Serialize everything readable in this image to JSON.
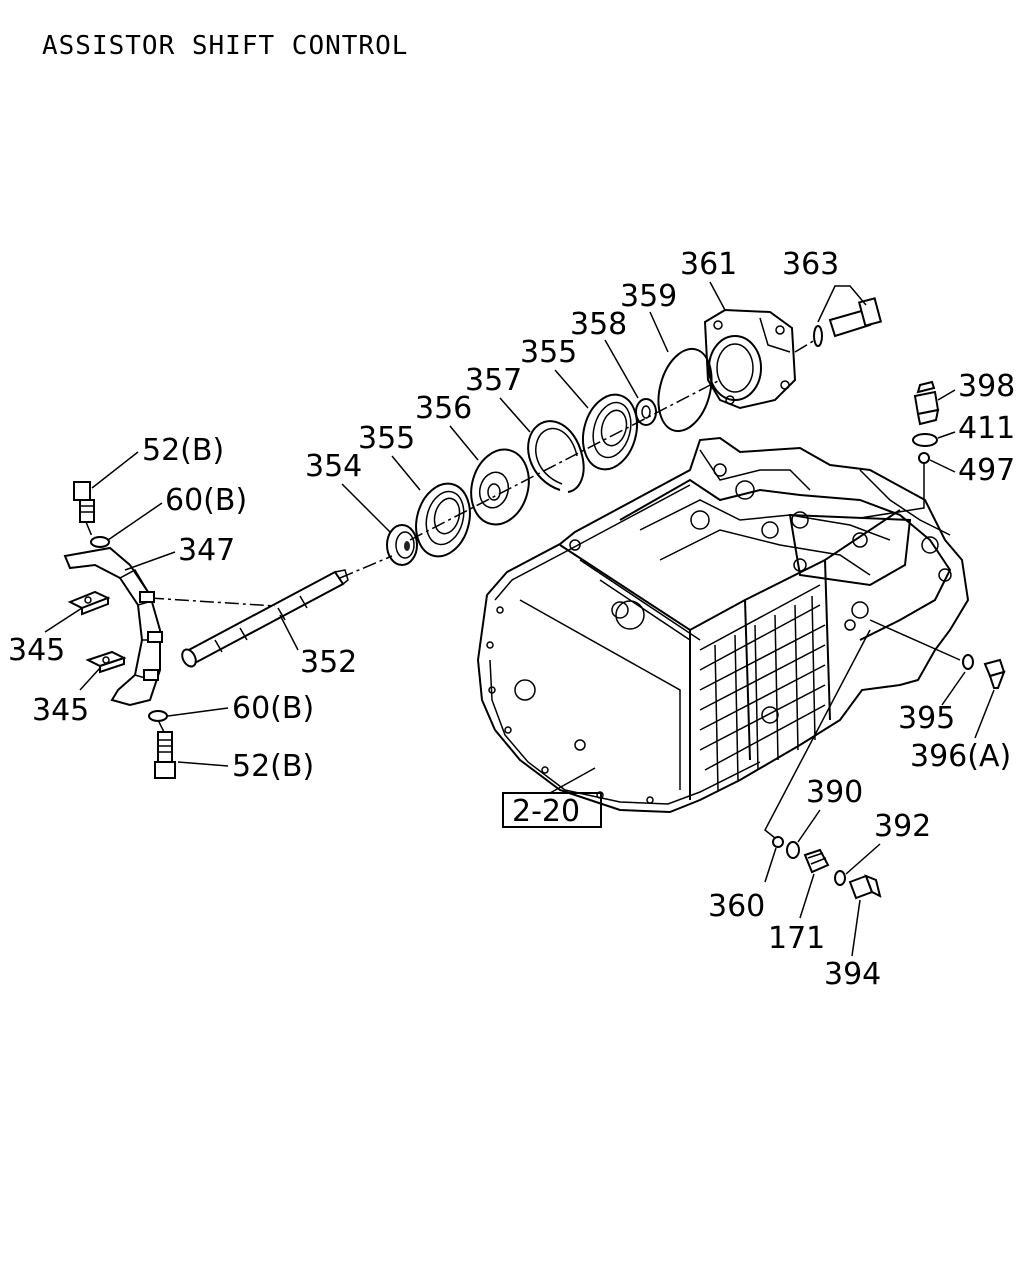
{
  "title": "ASSISTOR SHIFT CONTROL",
  "labels": {
    "l361": "361",
    "l363": "363",
    "l359": "359",
    "l358": "358",
    "l355a": "355",
    "l357": "357",
    "l356": "356",
    "l355b": "355",
    "l354": "354",
    "l398": "398",
    "l411": "411",
    "l497": "497",
    "l52b_top": "52(B)",
    "l60b_top": "60(B)",
    "l347": "347",
    "l345a": "345",
    "l352": "352",
    "l345b": "345",
    "l60b_bot": "60(B)",
    "l52b_bot": "52(B)",
    "l395": "395",
    "l396a": "396(A)",
    "l390": "390",
    "l392": "392",
    "l360": "360",
    "l171": "171",
    "l394": "394",
    "ref_box": "2-20"
  }
}
